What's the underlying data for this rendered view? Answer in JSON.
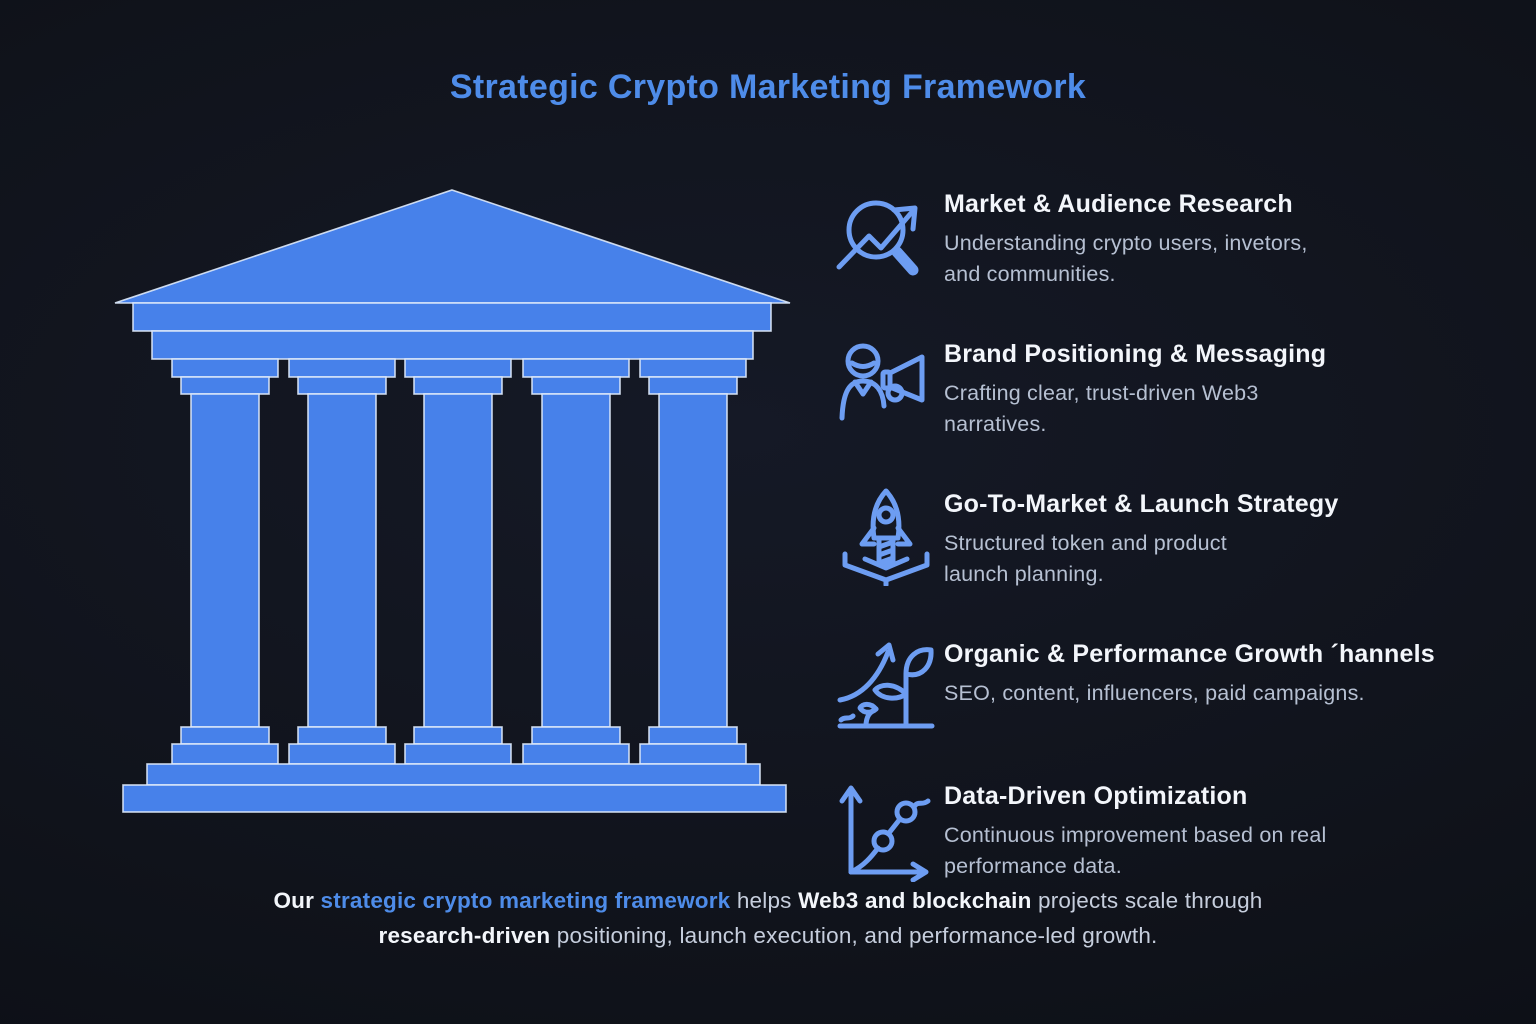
{
  "title": "Strategic Crypto Marketing Framework",
  "illustration": {
    "name": "greek-temple-with-five-pillars",
    "pillar_count": 5
  },
  "items": [
    {
      "icon": "search-trend-icon",
      "heading": "Market & Audience Research",
      "body": "Understanding crypto users, invetors,\nand communities."
    },
    {
      "icon": "person-megaphone-icon",
      "heading": "Brand Positioning & Messaging",
      "body": "Crafting clear, trust-driven Web3\nnarratives."
    },
    {
      "icon": "rocket-launch-icon",
      "heading": "Go-To-Market & Launch Strategy",
      "body": "Structured token and product\nlaunch planning."
    },
    {
      "icon": "growth-plant-icon",
      "heading": "Organic & Performance Growth ´hannels",
      "body": "SEO, content, influencers, paid campaigns."
    },
    {
      "icon": "data-chart-icon",
      "heading": "Data-Driven Optimization",
      "body": "Continuous improvement based on real\nperformance data."
    }
  ],
  "footer": {
    "segments": [
      {
        "text": "Our ",
        "style": "bold"
      },
      {
        "text": "strategic crypto marketing framework",
        "style": "blue"
      },
      {
        "text": " helps ",
        "style": "regular"
      },
      {
        "text": "Web3 and blockchain",
        "style": "bold"
      },
      {
        "text": " projects scale through ",
        "style": "regular"
      },
      {
        "text": "research-driven",
        "style": "bold"
      },
      {
        "text": " positioning, launch execution, and performance-led growth.",
        "style": "regular"
      }
    ]
  },
  "colors": {
    "background": "#10131b",
    "pillar_blue": "#4781ea",
    "pillar_outline": "#dbe7fb",
    "icon_stroke": "#6d9df2",
    "accent_blue": "#4e8ce9",
    "heading_text": "#f3f6fb",
    "body_text": "#b6c0d2"
  }
}
